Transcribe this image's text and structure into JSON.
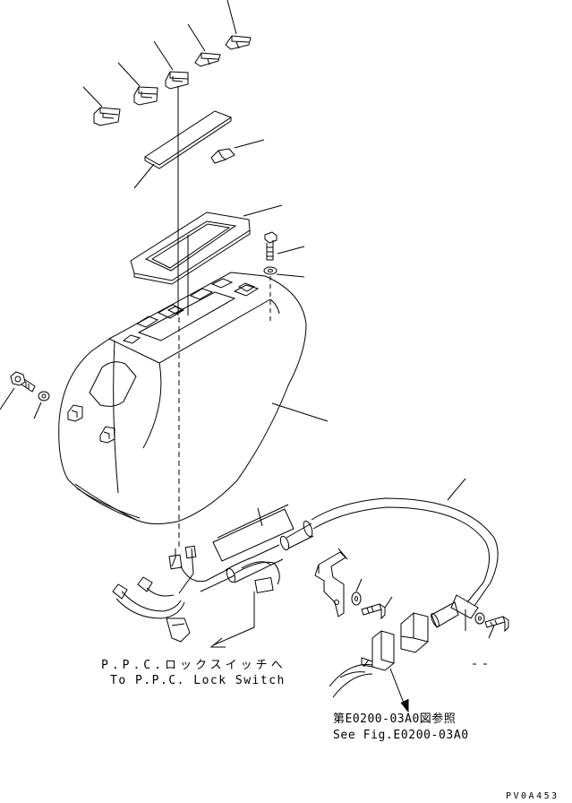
{
  "diagram": {
    "reference_note": {
      "japanese": "P.P.C.ロックスイッチへ",
      "english": "To P.P.C. Lock Switch"
    },
    "figure_note": {
      "japanese": "第E0200-03A0図参照",
      "english": "See Fig.E0200-03A0"
    },
    "drawing_number": "PV0A453",
    "line_color": "#000000",
    "background_color": "#ffffff"
  }
}
